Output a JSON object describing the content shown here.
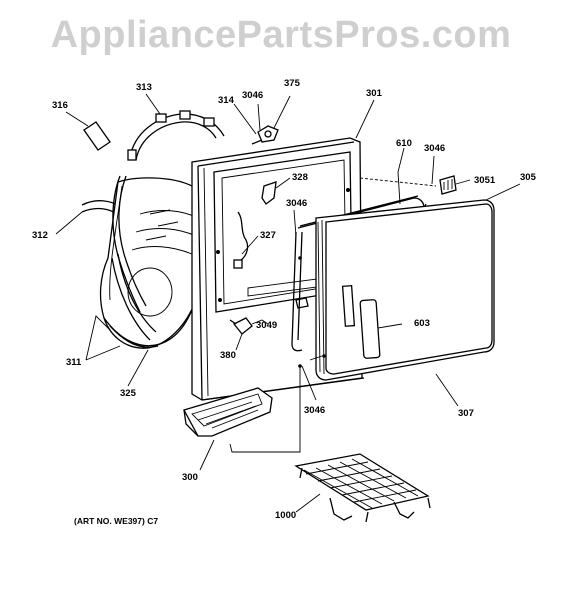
{
  "watermark": "AppliancePartsPros.com",
  "art_number": "(ART NO. WE397) C7",
  "callouts": {
    "c316": "316",
    "c313": "313",
    "c314": "314",
    "c3046_top": "3046",
    "c375": "375",
    "c301": "301",
    "c610": "610",
    "c3046_right": "3046",
    "c3051": "3051",
    "c305": "305",
    "c312": "312",
    "c328": "328",
    "c3046_mid": "3046",
    "c327": "327",
    "c603": "603",
    "c3049": "3049",
    "c311": "311",
    "c380": "380",
    "c325": "325",
    "c3046_bottom": "3046",
    "c307": "307",
    "c300": "300",
    "c1000": "1000"
  }
}
